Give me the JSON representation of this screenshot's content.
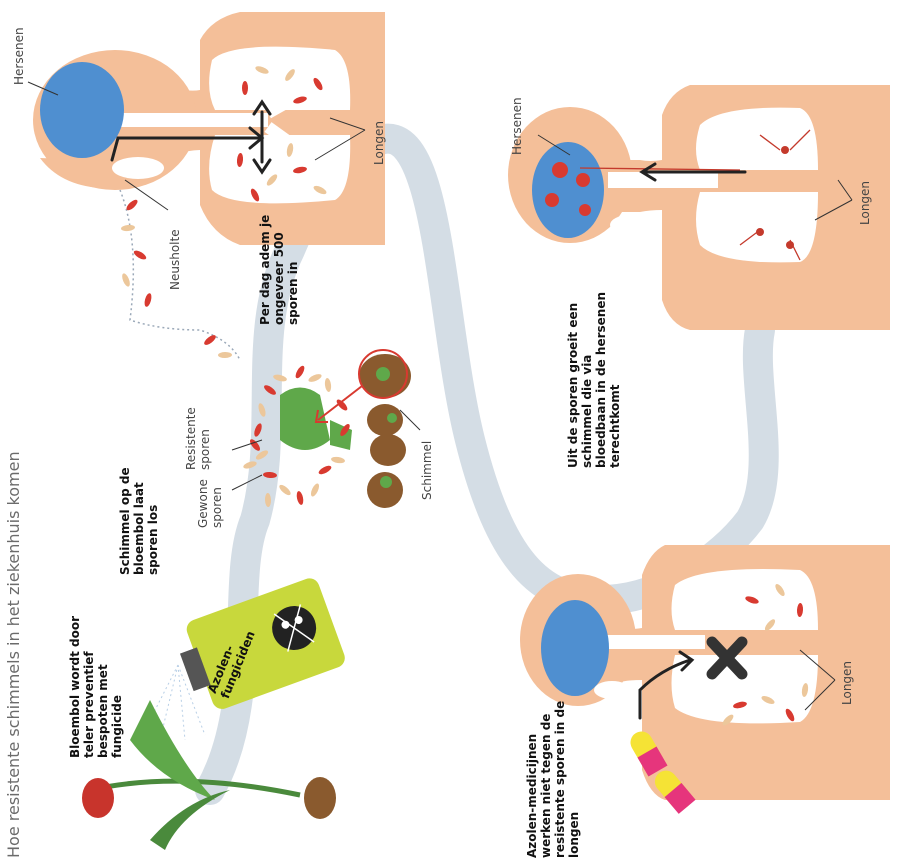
{
  "caption": "Hoe resistente schimmels in het ziekenhuis komen",
  "colors": {
    "skin": "#f4bf99",
    "lung": "#ffffff",
    "brain": "#4f8fd0",
    "path": "#d4dde5",
    "spore_red": "#d83a30",
    "spore_tan": "#ecc79b",
    "mold_green": "#5fa84a",
    "can_body": "#c8d83c",
    "pill_yellow": "#f5e335",
    "pill_pink": "#e6357c"
  },
  "steps": {
    "bulb": "Bloembol wordt door teler preventief bespoten met fungicide",
    "spray_can": "Azolen- fungiciden",
    "mold": "Schimmel op de bloembol laat sporen los",
    "normal_spores": "Gewone sporen",
    "resistant_spores": "Resistente sporen",
    "bulb_mold": "Schimmel",
    "breathe": "Per dag adem je ongeveer 500 sporen in",
    "grows": "Uit de sporen groeit een schimmel die via bloedbaan in de hersenen terechtkomt",
    "medicine": "Azolen-medicijnen werken niet tegen de resistente sporen in de longen"
  },
  "labels": {
    "brain_1": "Hersenen",
    "nasal": "Neusholte",
    "lungs_1": "Longen",
    "brain_2": "Hersenen",
    "lungs_2": "Longen",
    "lungs_3": "Longen"
  }
}
